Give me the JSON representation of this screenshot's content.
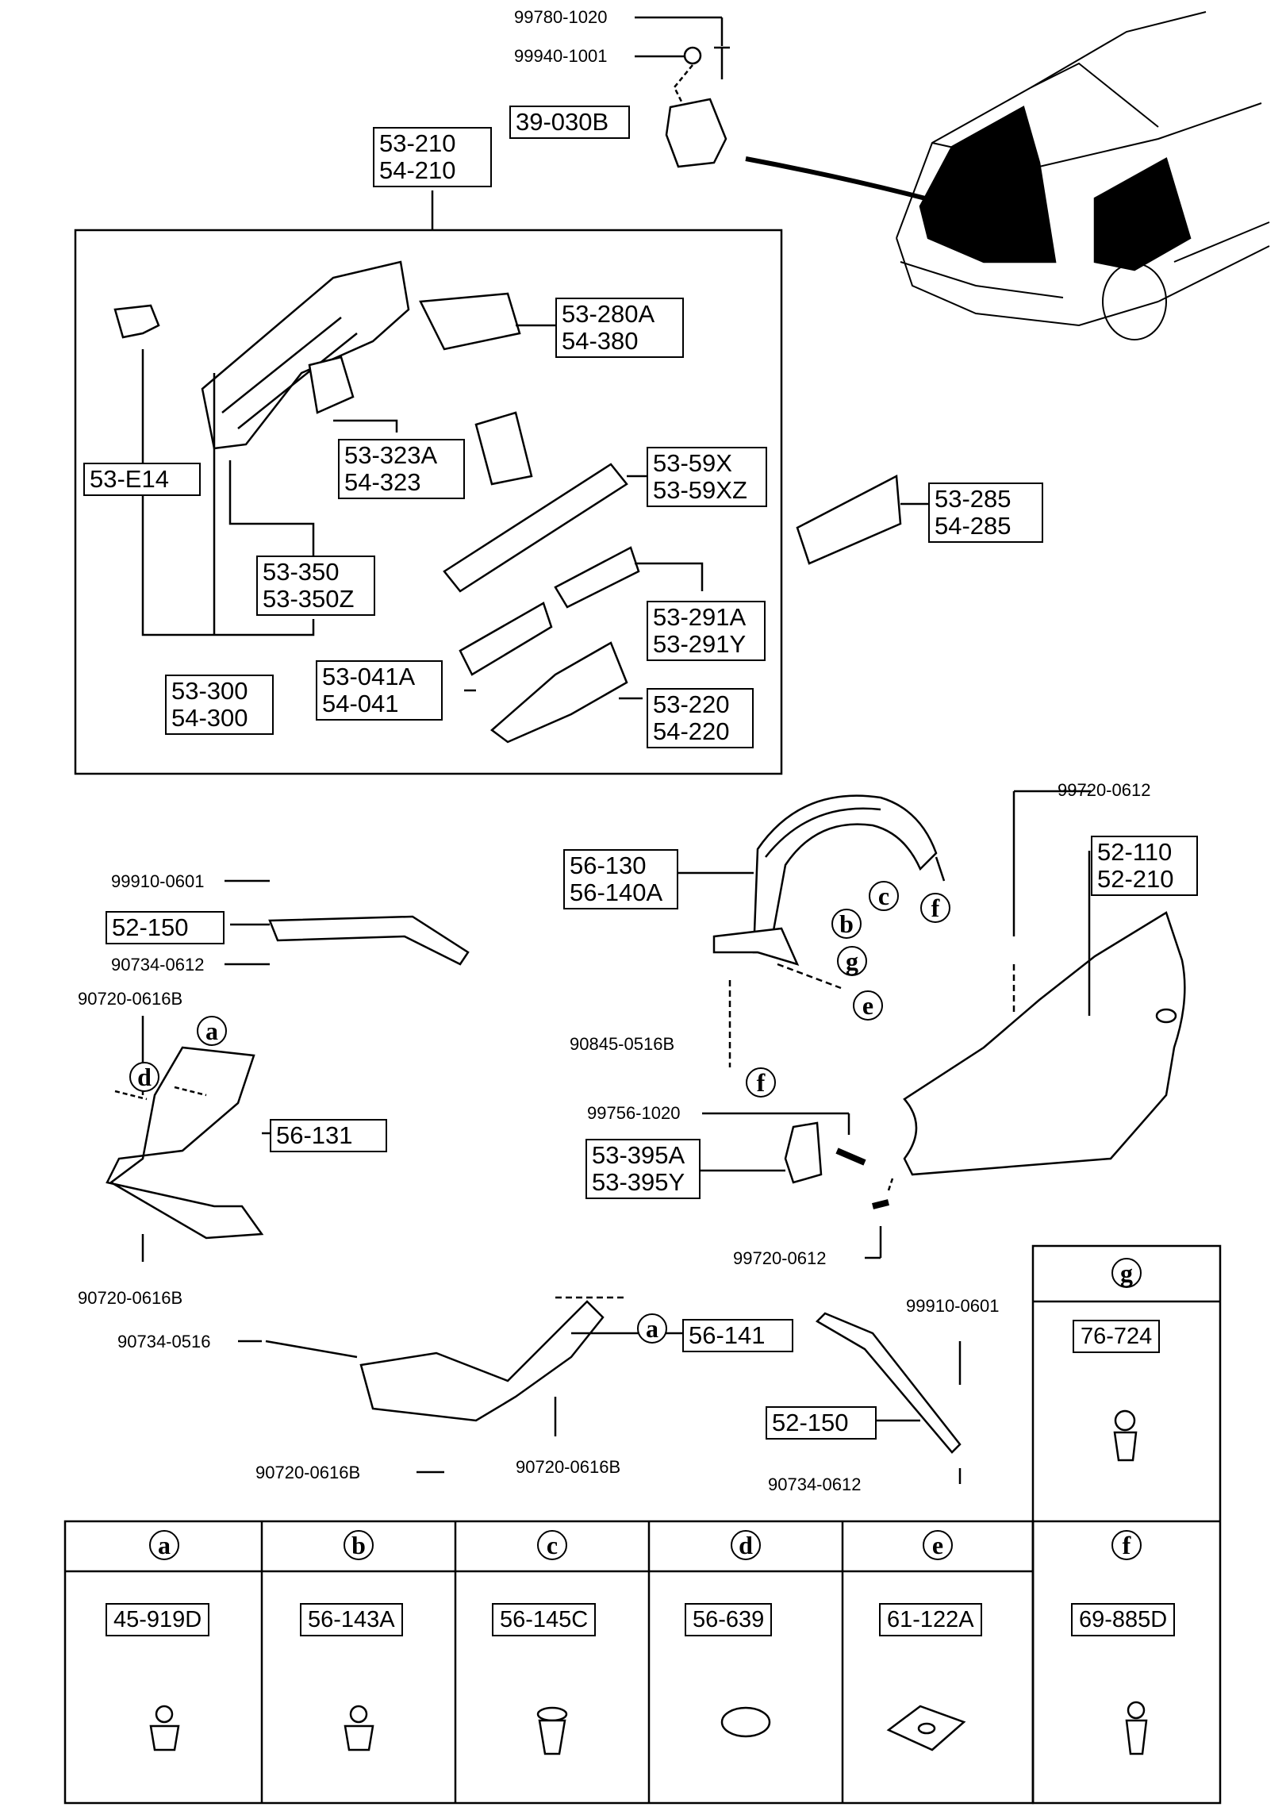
{
  "top_labels": {
    "bolt_99780": "99780-1020",
    "nut_99940": "99940-1001",
    "box_39030b": "39-030B"
  },
  "group_main": {
    "line1": "53-210",
    "line2": "54-210"
  },
  "parts": {
    "p53280a": [
      "53-280A",
      "54-380"
    ],
    "p53e14": [
      "53-E14"
    ],
    "p53323a": [
      "53-323A",
      "54-323"
    ],
    "p5359x": [
      "53-59X",
      "53-59XZ"
    ],
    "p53285": [
      "53-285",
      "54-285"
    ],
    "p53350": [
      "53-350",
      "53-350Z"
    ],
    "p53291a": [
      "53-291A",
      "53-291Y"
    ],
    "p53041a": [
      "53-041A",
      "54-041"
    ],
    "p53300": [
      "53-300",
      "54-300"
    ],
    "p53220": [
      "53-220",
      "54-220"
    ],
    "p56130": [
      "56-130",
      "56-140A"
    ],
    "p52110": [
      "52-110",
      "52-210"
    ],
    "p52150_left": [
      "52-150"
    ],
    "p56131": [
      "56-131"
    ],
    "p53395a": [
      "53-395A",
      "53-395Y"
    ],
    "p56141": [
      "56-141"
    ],
    "p52150_right": [
      "52-150"
    ]
  },
  "small_labels": {
    "l99720_top": "99720-0612",
    "l99910_left": "99910-0601",
    "l90734_0612_left": "90734-0612",
    "l90720_a": "90720-0616B",
    "l90845": "90845-0516B",
    "l99756": "99756-1020",
    "l99720_bottom": "99720-0612",
    "l90720_b": "90720-0616B",
    "l90734_0516": "90734-0516",
    "l99910_right": "99910-0601",
    "l90720_c": "90720-0616B",
    "l90720_d": "90720-0616B",
    "l90734_0612_right": "90734-0612"
  },
  "callouts": {
    "a": "a",
    "b": "b",
    "c": "c",
    "d": "d",
    "e": "e",
    "f": "f",
    "g": "g"
  },
  "fastener_table": [
    {
      "letter": "a",
      "code": "45-919D"
    },
    {
      "letter": "b",
      "code": "56-143A"
    },
    {
      "letter": "c",
      "code": "56-145C"
    },
    {
      "letter": "d",
      "code": "56-639"
    },
    {
      "letter": "e",
      "code": "61-122A"
    },
    {
      "letter": "f",
      "code": "69-885D"
    }
  ],
  "fastener_g": {
    "letter": "g",
    "code": "76-724"
  }
}
